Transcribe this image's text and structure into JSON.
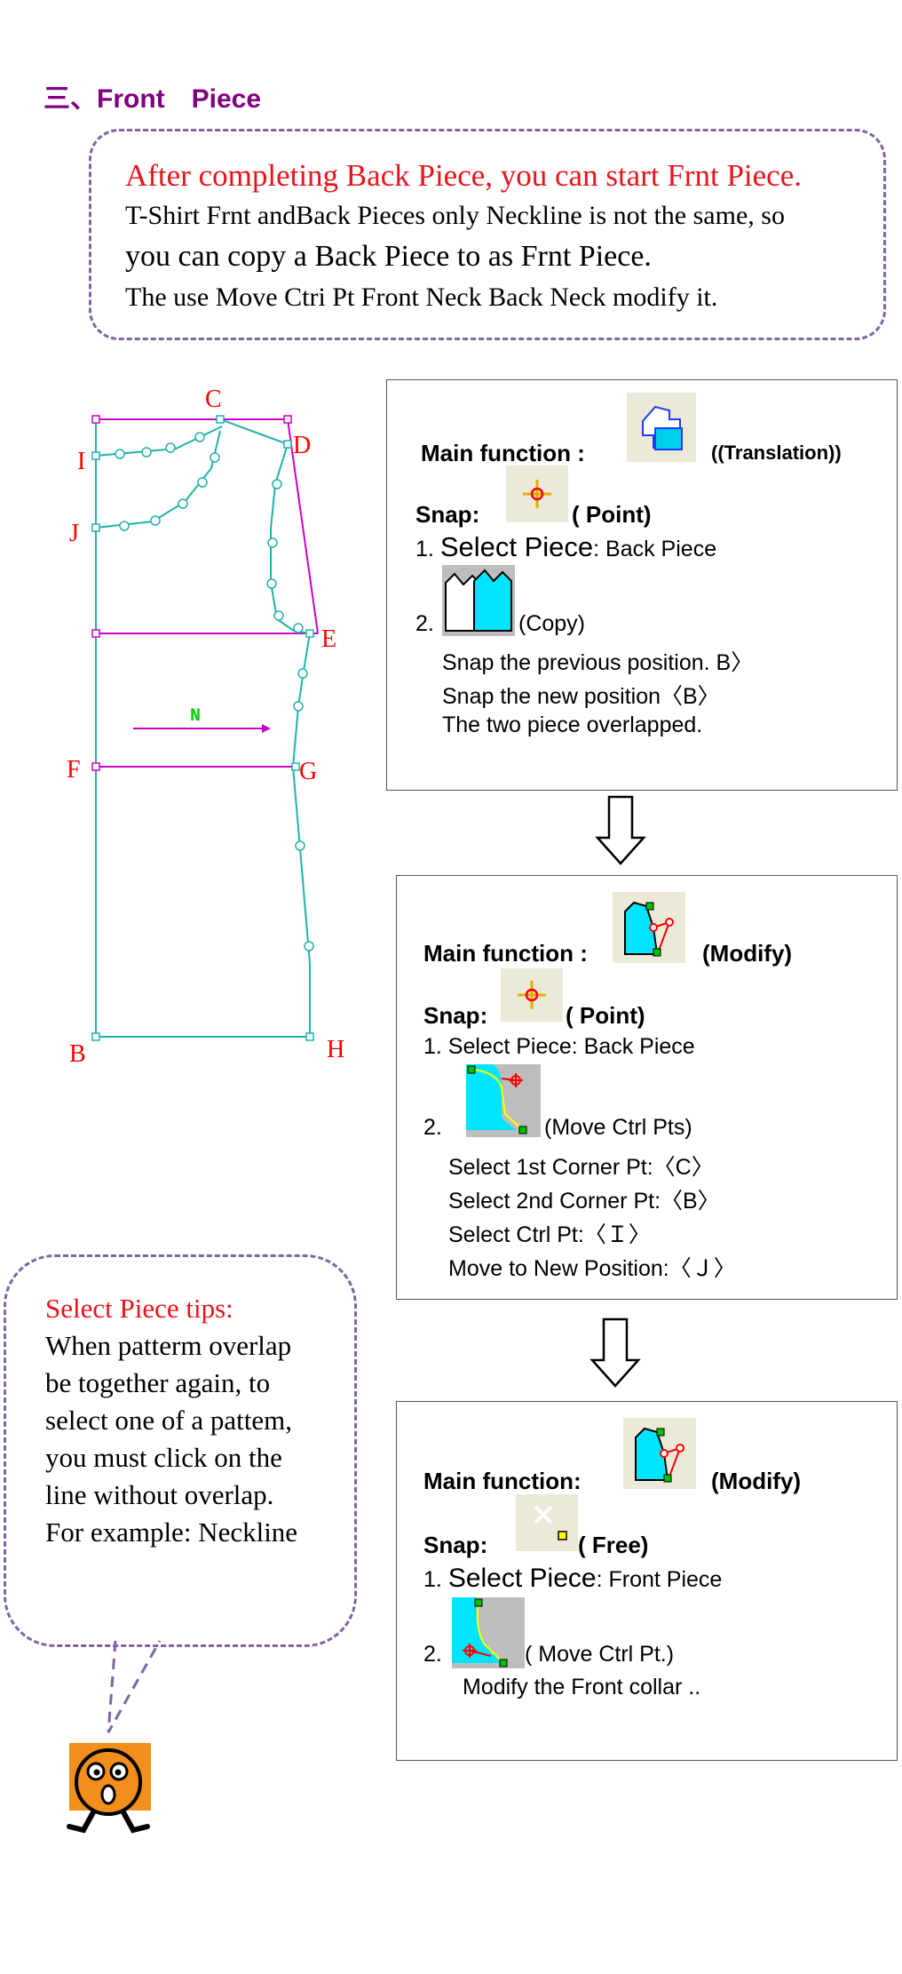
{
  "section_title": "三、Front　Piece",
  "intro": {
    "lines": [
      "After completing Back Piece, you can start Frnt Piece.",
      "T-Shirt Frnt andBack Pieces only Neckline is not the same, so",
      "you can copy a Back Piece to as Frnt Piece.",
      "The use Move Ctri Pt Front Neck Back Neck modify it."
    ]
  },
  "pattern_labels": {
    "C": "C",
    "I": "I",
    "D": "D",
    "J": "J",
    "E": "E",
    "F": "F",
    "G": "G",
    "B": "B",
    "H": "H",
    "marker": "N"
  },
  "step1": {
    "main_label": "Main function :",
    "main_mode": "((Translation))",
    "snap_label": "Snap:",
    "snap_mode": "( Point)",
    "l1_num": "1.",
    "l1_big": "Select Piece",
    "l1_rest": ": Back Piece",
    "l2_num": "2.",
    "l2_rest": "(Copy)",
    "l3": "Snap the previous position. B〉",
    "l4": "Snap the new position〈B〉",
    "l5": "The two piece overlapped."
  },
  "step2": {
    "main_label": "Main function :",
    "main_mode": "(Modify)",
    "snap_label": "Snap:",
    "snap_mode": "( Point)",
    "l1": "1. Select Piece: Back Piece",
    "l2_num": "2.",
    "l2_rest": "(Move Ctrl Pts)",
    "l3": "Select 1st Corner Pt:〈C〉",
    "l4": "Select 2nd Corner Pt:〈B〉",
    "l5": "Select Ctrl Pt:〈Ｉ〉",
    "l6": "Move to New Position:〈Ｊ〉"
  },
  "step3": {
    "main_label": "Main function:",
    "main_mode": "(Modify)",
    "snap_label": "Snap:",
    "snap_mode": "( Free)",
    "l1_num": "1.",
    "l1_big": "Select Piece",
    "l1_rest": ": Front Piece",
    "l2_num": "2.",
    "l2_rest": "( Move Ctrl Pt.)",
    "l3": "Modify the Front collar .."
  },
  "tips": {
    "lines": [
      "Select Piece tips:",
      "When patterm overlap",
      "be together again, to",
      "select one of a pattem,",
      "you must click on the",
      "line without overlap.",
      "For example: Neckline"
    ]
  },
  "colors": {
    "title": "#800080",
    "highlight_red": "#e8141c",
    "dash_border": "#8064a2",
    "pattern_cyan": "#20b2aa",
    "pattern_magenta": "#cc00cc",
    "character_orange": "#f28e1c"
  }
}
